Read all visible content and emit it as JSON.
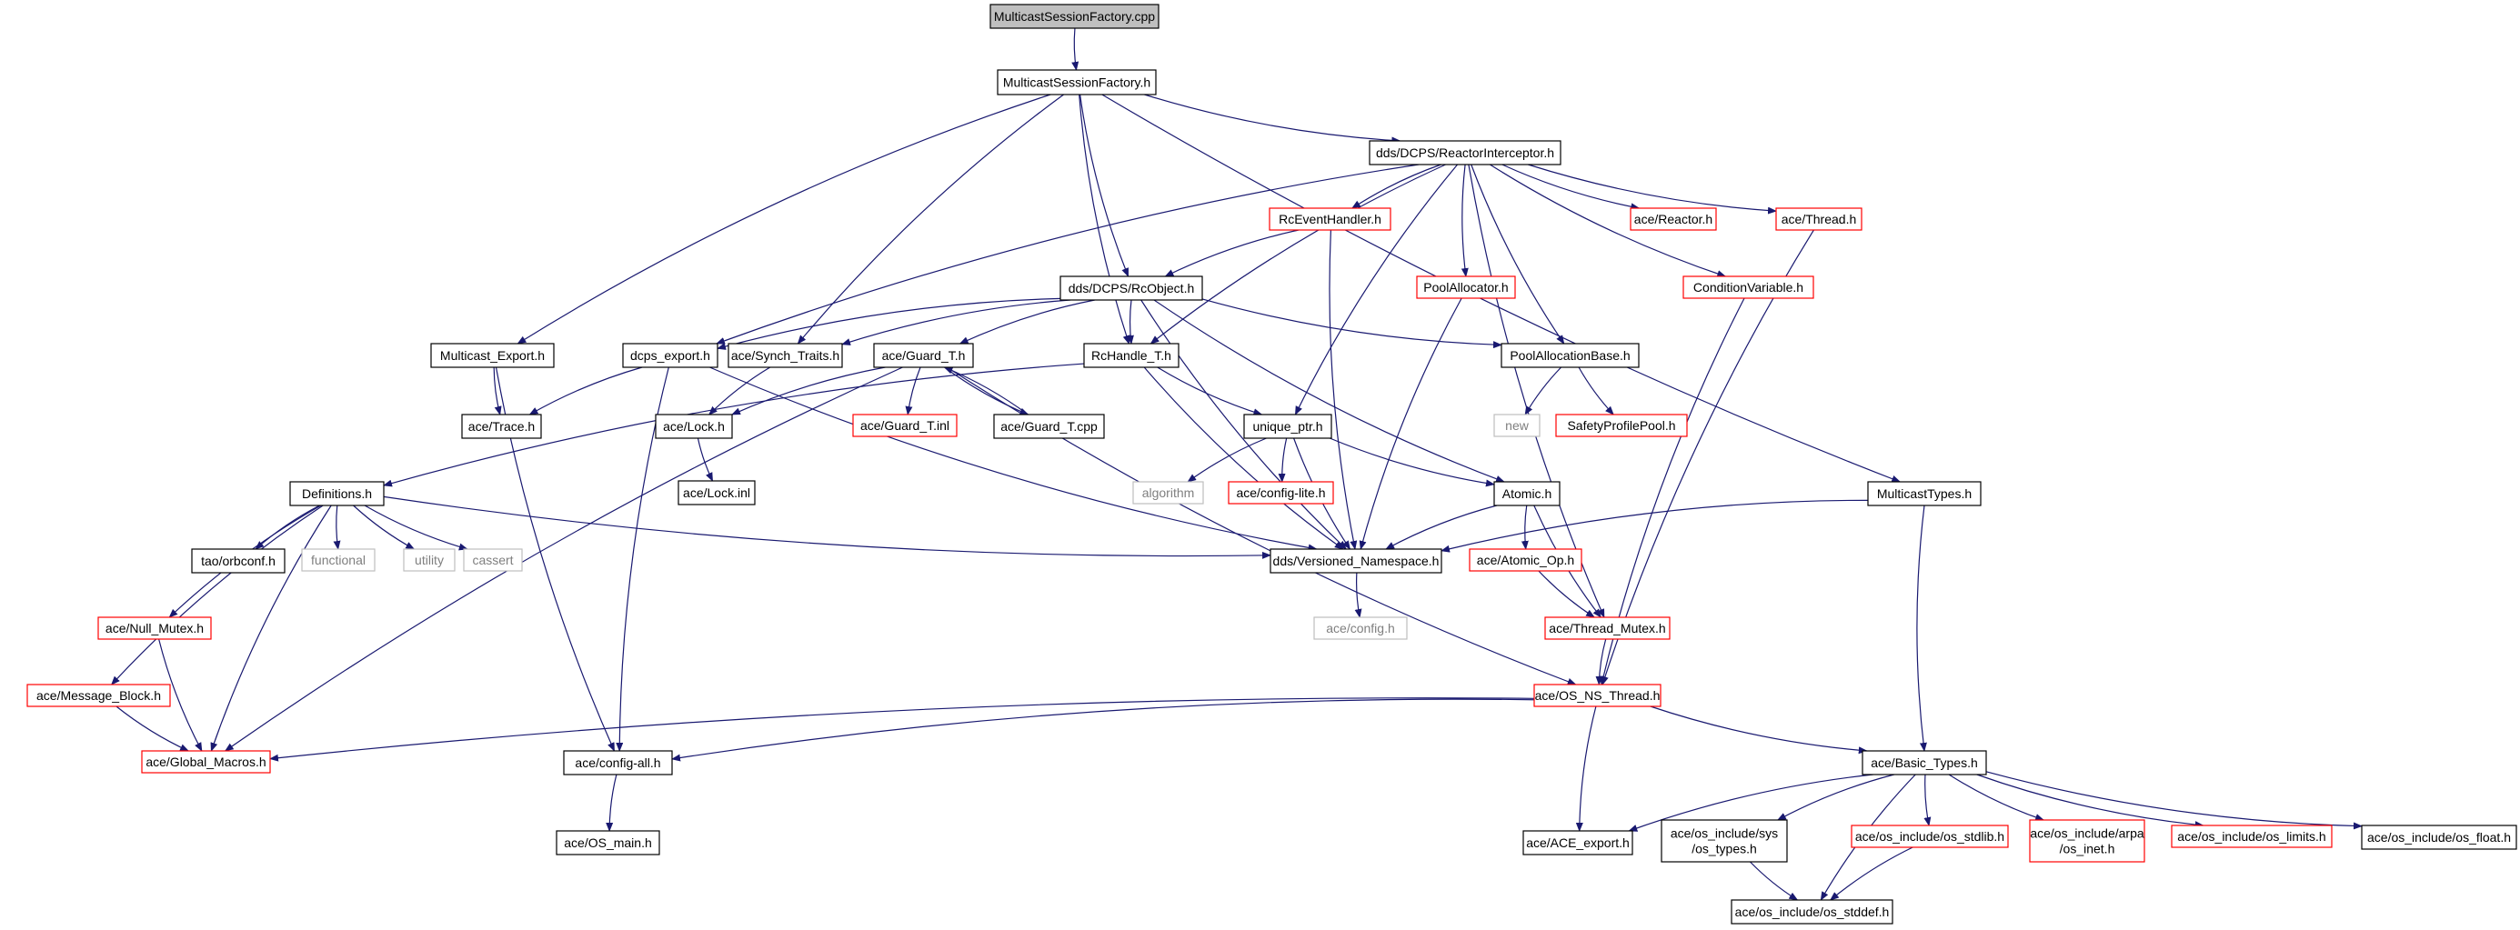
{
  "colors": {
    "normal_border": "#000000",
    "missing_border": "#ff0000",
    "unresolved_border": "#bfbfbf",
    "unresolved_text": "#7f7f7f",
    "root_fill": "#bfbfbf",
    "edge": "#191970"
  },
  "nodes": [
    {
      "id": "root",
      "label": "MulticastSessionFactory.cpp",
      "kind": "root"
    },
    {
      "id": "msf_h",
      "label": "MulticastSessionFactory.h",
      "kind": "normal"
    },
    {
      "id": "reactor_int",
      "label": "dds/DCPS/ReactorInterceptor.h",
      "kind": "normal"
    },
    {
      "id": "rc_event",
      "label": "RcEventHandler.h",
      "kind": "missing"
    },
    {
      "id": "ace_reactor",
      "label": "ace/Reactor.h",
      "kind": "missing"
    },
    {
      "id": "ace_thread",
      "label": "ace/Thread.h",
      "kind": "missing"
    },
    {
      "id": "rc_object",
      "label": "dds/DCPS/RcObject.h",
      "kind": "normal"
    },
    {
      "id": "pool_alloc",
      "label": "PoolAllocator.h",
      "kind": "missing"
    },
    {
      "id": "cond_var",
      "label": "ConditionVariable.h",
      "kind": "missing"
    },
    {
      "id": "mc_export",
      "label": "Multicast_Export.h",
      "kind": "normal"
    },
    {
      "id": "dcps_export",
      "label": "dcps_export.h",
      "kind": "normal"
    },
    {
      "id": "synch_traits",
      "label": "ace/Synch_Traits.h",
      "kind": "normal"
    },
    {
      "id": "guard_t_h",
      "label": "ace/Guard_T.h",
      "kind": "normal"
    },
    {
      "id": "rchandle",
      "label": "RcHandle_T.h",
      "kind": "normal"
    },
    {
      "id": "pool_alloc_base",
      "label": "PoolAllocationBase.h",
      "kind": "normal"
    },
    {
      "id": "ace_trace",
      "label": "ace/Trace.h",
      "kind": "normal"
    },
    {
      "id": "ace_lock_h",
      "label": "ace/Lock.h",
      "kind": "normal"
    },
    {
      "id": "guard_t_inl",
      "label": "ace/Guard_T.inl",
      "kind": "missing"
    },
    {
      "id": "guard_t_cpp",
      "label": "ace/Guard_T.cpp",
      "kind": "normal"
    },
    {
      "id": "unique_ptr",
      "label": "unique_ptr.h",
      "kind": "normal"
    },
    {
      "id": "new",
      "label": "new",
      "kind": "unresolved"
    },
    {
      "id": "safety_pool",
      "label": "SafetyProfilePool.h",
      "kind": "missing"
    },
    {
      "id": "ace_lock_inl",
      "label": "ace/Lock.inl",
      "kind": "normal"
    },
    {
      "id": "definitions",
      "label": "Definitions.h",
      "kind": "normal"
    },
    {
      "id": "algorithm",
      "label": "algorithm",
      "kind": "unresolved"
    },
    {
      "id": "config_lite",
      "label": "ace/config-lite.h",
      "kind": "missing"
    },
    {
      "id": "atomic",
      "label": "Atomic.h",
      "kind": "normal"
    },
    {
      "id": "mc_types",
      "label": "MulticastTypes.h",
      "kind": "normal"
    },
    {
      "id": "orbconf",
      "label": "tao/orbconf.h",
      "kind": "normal"
    },
    {
      "id": "functional",
      "label": "functional",
      "kind": "unresolved"
    },
    {
      "id": "utility",
      "label": "utility",
      "kind": "unresolved"
    },
    {
      "id": "cassert",
      "label": "cassert",
      "kind": "unresolved"
    },
    {
      "id": "versioned_ns",
      "label": "dds/Versioned_Namespace.h",
      "kind": "normal"
    },
    {
      "id": "atomic_op",
      "label": "ace/Atomic_Op.h",
      "kind": "missing"
    },
    {
      "id": "ace_config_h",
      "label": "ace/config.h",
      "kind": "unresolved"
    },
    {
      "id": "null_mutex",
      "label": "ace/Null_Mutex.h",
      "kind": "missing"
    },
    {
      "id": "thread_mutex",
      "label": "ace/Thread_Mutex.h",
      "kind": "missing"
    },
    {
      "id": "msg_block",
      "label": "ace/Message_Block.h",
      "kind": "missing"
    },
    {
      "id": "os_ns_thread",
      "label": "ace/OS_NS_Thread.h",
      "kind": "missing"
    },
    {
      "id": "global_macros",
      "label": "ace/Global_Macros.h",
      "kind": "missing"
    },
    {
      "id": "config_all",
      "label": "ace/config-all.h",
      "kind": "normal"
    },
    {
      "id": "basic_types",
      "label": "ace/Basic_Types.h",
      "kind": "normal"
    },
    {
      "id": "os_main",
      "label": "ace/OS_main.h",
      "kind": "normal"
    },
    {
      "id": "ace_export",
      "label": "ace/ACE_export.h",
      "kind": "normal"
    },
    {
      "id": "os_sys_types",
      "label": [
        "ace/os_include/sys",
        "/os_types.h"
      ],
      "kind": "normal"
    },
    {
      "id": "os_stdlib",
      "label": "ace/os_include/os_stdlib.h",
      "kind": "missing"
    },
    {
      "id": "os_arpa_inet",
      "label": [
        "ace/os_include/arpa",
        "/os_inet.h"
      ],
      "kind": "missing"
    },
    {
      "id": "os_limits",
      "label": "ace/os_include/os_limits.h",
      "kind": "missing"
    },
    {
      "id": "os_float",
      "label": "ace/os_include/os_float.h",
      "kind": "normal"
    },
    {
      "id": "os_stddef",
      "label": "ace/os_include/os_stddef.h",
      "kind": "normal"
    }
  ],
  "edges": [
    [
      "root",
      "msf_h"
    ],
    [
      "msf_h",
      "reactor_int"
    ],
    [
      "msf_h",
      "mc_export"
    ],
    [
      "msf_h",
      "synch_traits"
    ],
    [
      "msf_h",
      "rchandle"
    ],
    [
      "msf_h",
      "rc_object"
    ],
    [
      "msf_h",
      "mc_types"
    ],
    [
      "reactor_int",
      "rc_event"
    ],
    [
      "reactor_int",
      "ace_reactor"
    ],
    [
      "reactor_int",
      "ace_thread"
    ],
    [
      "reactor_int",
      "pool_alloc"
    ],
    [
      "reactor_int",
      "cond_var"
    ],
    [
      "reactor_int",
      "dcps_export"
    ],
    [
      "reactor_int",
      "rchandle"
    ],
    [
      "reactor_int",
      "pool_alloc_base"
    ],
    [
      "reactor_int",
      "unique_ptr"
    ],
    [
      "reactor_int",
      "thread_mutex"
    ],
    [
      "rc_event",
      "rc_object"
    ],
    [
      "rc_event",
      "versioned_ns"
    ],
    [
      "rc_object",
      "dcps_export"
    ],
    [
      "rc_object",
      "synch_traits"
    ],
    [
      "rc_object",
      "guard_t_h"
    ],
    [
      "rc_object",
      "rchandle"
    ],
    [
      "rc_object",
      "pool_alloc_base"
    ],
    [
      "rc_object",
      "atomic"
    ],
    [
      "rc_object",
      "versioned_ns"
    ],
    [
      "pool_alloc",
      "versioned_ns"
    ],
    [
      "cond_var",
      "os_ns_thread"
    ],
    [
      "ace_thread",
      "os_ns_thread"
    ],
    [
      "mc_export",
      "ace_trace"
    ],
    [
      "mc_export",
      "config_all"
    ],
    [
      "dcps_export",
      "ace_trace"
    ],
    [
      "dcps_export",
      "config_all"
    ],
    [
      "dcps_export",
      "versioned_ns"
    ],
    [
      "synch_traits",
      "ace_lock_h"
    ],
    [
      "guard_t_h",
      "ace_lock_h"
    ],
    [
      "guard_t_h",
      "guard_t_inl"
    ],
    [
      "guard_t_h",
      "guard_t_cpp"
    ],
    [
      "guard_t_h",
      "global_macros"
    ],
    [
      "guard_t_h",
      "os_ns_thread"
    ],
    [
      "guard_t_cpp",
      "guard_t_h"
    ],
    [
      "rchandle",
      "unique_ptr"
    ],
    [
      "rchandle",
      "definitions"
    ],
    [
      "rchandle",
      "versioned_ns"
    ],
    [
      "pool_alloc_base",
      "new"
    ],
    [
      "pool_alloc_base",
      "safety_pool"
    ],
    [
      "ace_lock_h",
      "ace_lock_inl"
    ],
    [
      "unique_ptr",
      "algorithm"
    ],
    [
      "unique_ptr",
      "config_lite"
    ],
    [
      "unique_ptr",
      "versioned_ns"
    ],
    [
      "unique_ptr",
      "atomic"
    ],
    [
      "atomic",
      "versioned_ns"
    ],
    [
      "atomic",
      "atomic_op"
    ],
    [
      "atomic",
      "thread_mutex"
    ],
    [
      "atomic_op",
      "thread_mutex"
    ],
    [
      "thread_mutex",
      "os_ns_thread"
    ],
    [
      "mc_types",
      "versioned_ns"
    ],
    [
      "mc_types",
      "basic_types"
    ],
    [
      "definitions",
      "orbconf"
    ],
    [
      "definitions",
      "functional"
    ],
    [
      "definitions",
      "utility"
    ],
    [
      "definitions",
      "cassert"
    ],
    [
      "definitions",
      "versioned_ns"
    ],
    [
      "definitions",
      "null_mutex"
    ],
    [
      "definitions",
      "msg_block"
    ],
    [
      "definitions",
      "global_macros"
    ],
    [
      "versioned_ns",
      "ace_config_h"
    ],
    [
      "null_mutex",
      "global_macros"
    ],
    [
      "msg_block",
      "global_macros"
    ],
    [
      "os_ns_thread",
      "global_macros"
    ],
    [
      "os_ns_thread",
      "config_all"
    ],
    [
      "os_ns_thread",
      "basic_types"
    ],
    [
      "os_ns_thread",
      "ace_export"
    ],
    [
      "config_all",
      "os_main"
    ],
    [
      "basic_types",
      "ace_export"
    ],
    [
      "basic_types",
      "os_sys_types"
    ],
    [
      "basic_types",
      "os_stdlib"
    ],
    [
      "basic_types",
      "os_arpa_inet"
    ],
    [
      "basic_types",
      "os_limits"
    ],
    [
      "basic_types",
      "os_float"
    ],
    [
      "basic_types",
      "os_stddef"
    ],
    [
      "os_sys_types",
      "os_stddef"
    ],
    [
      "os_stdlib",
      "os_stddef"
    ]
  ]
}
